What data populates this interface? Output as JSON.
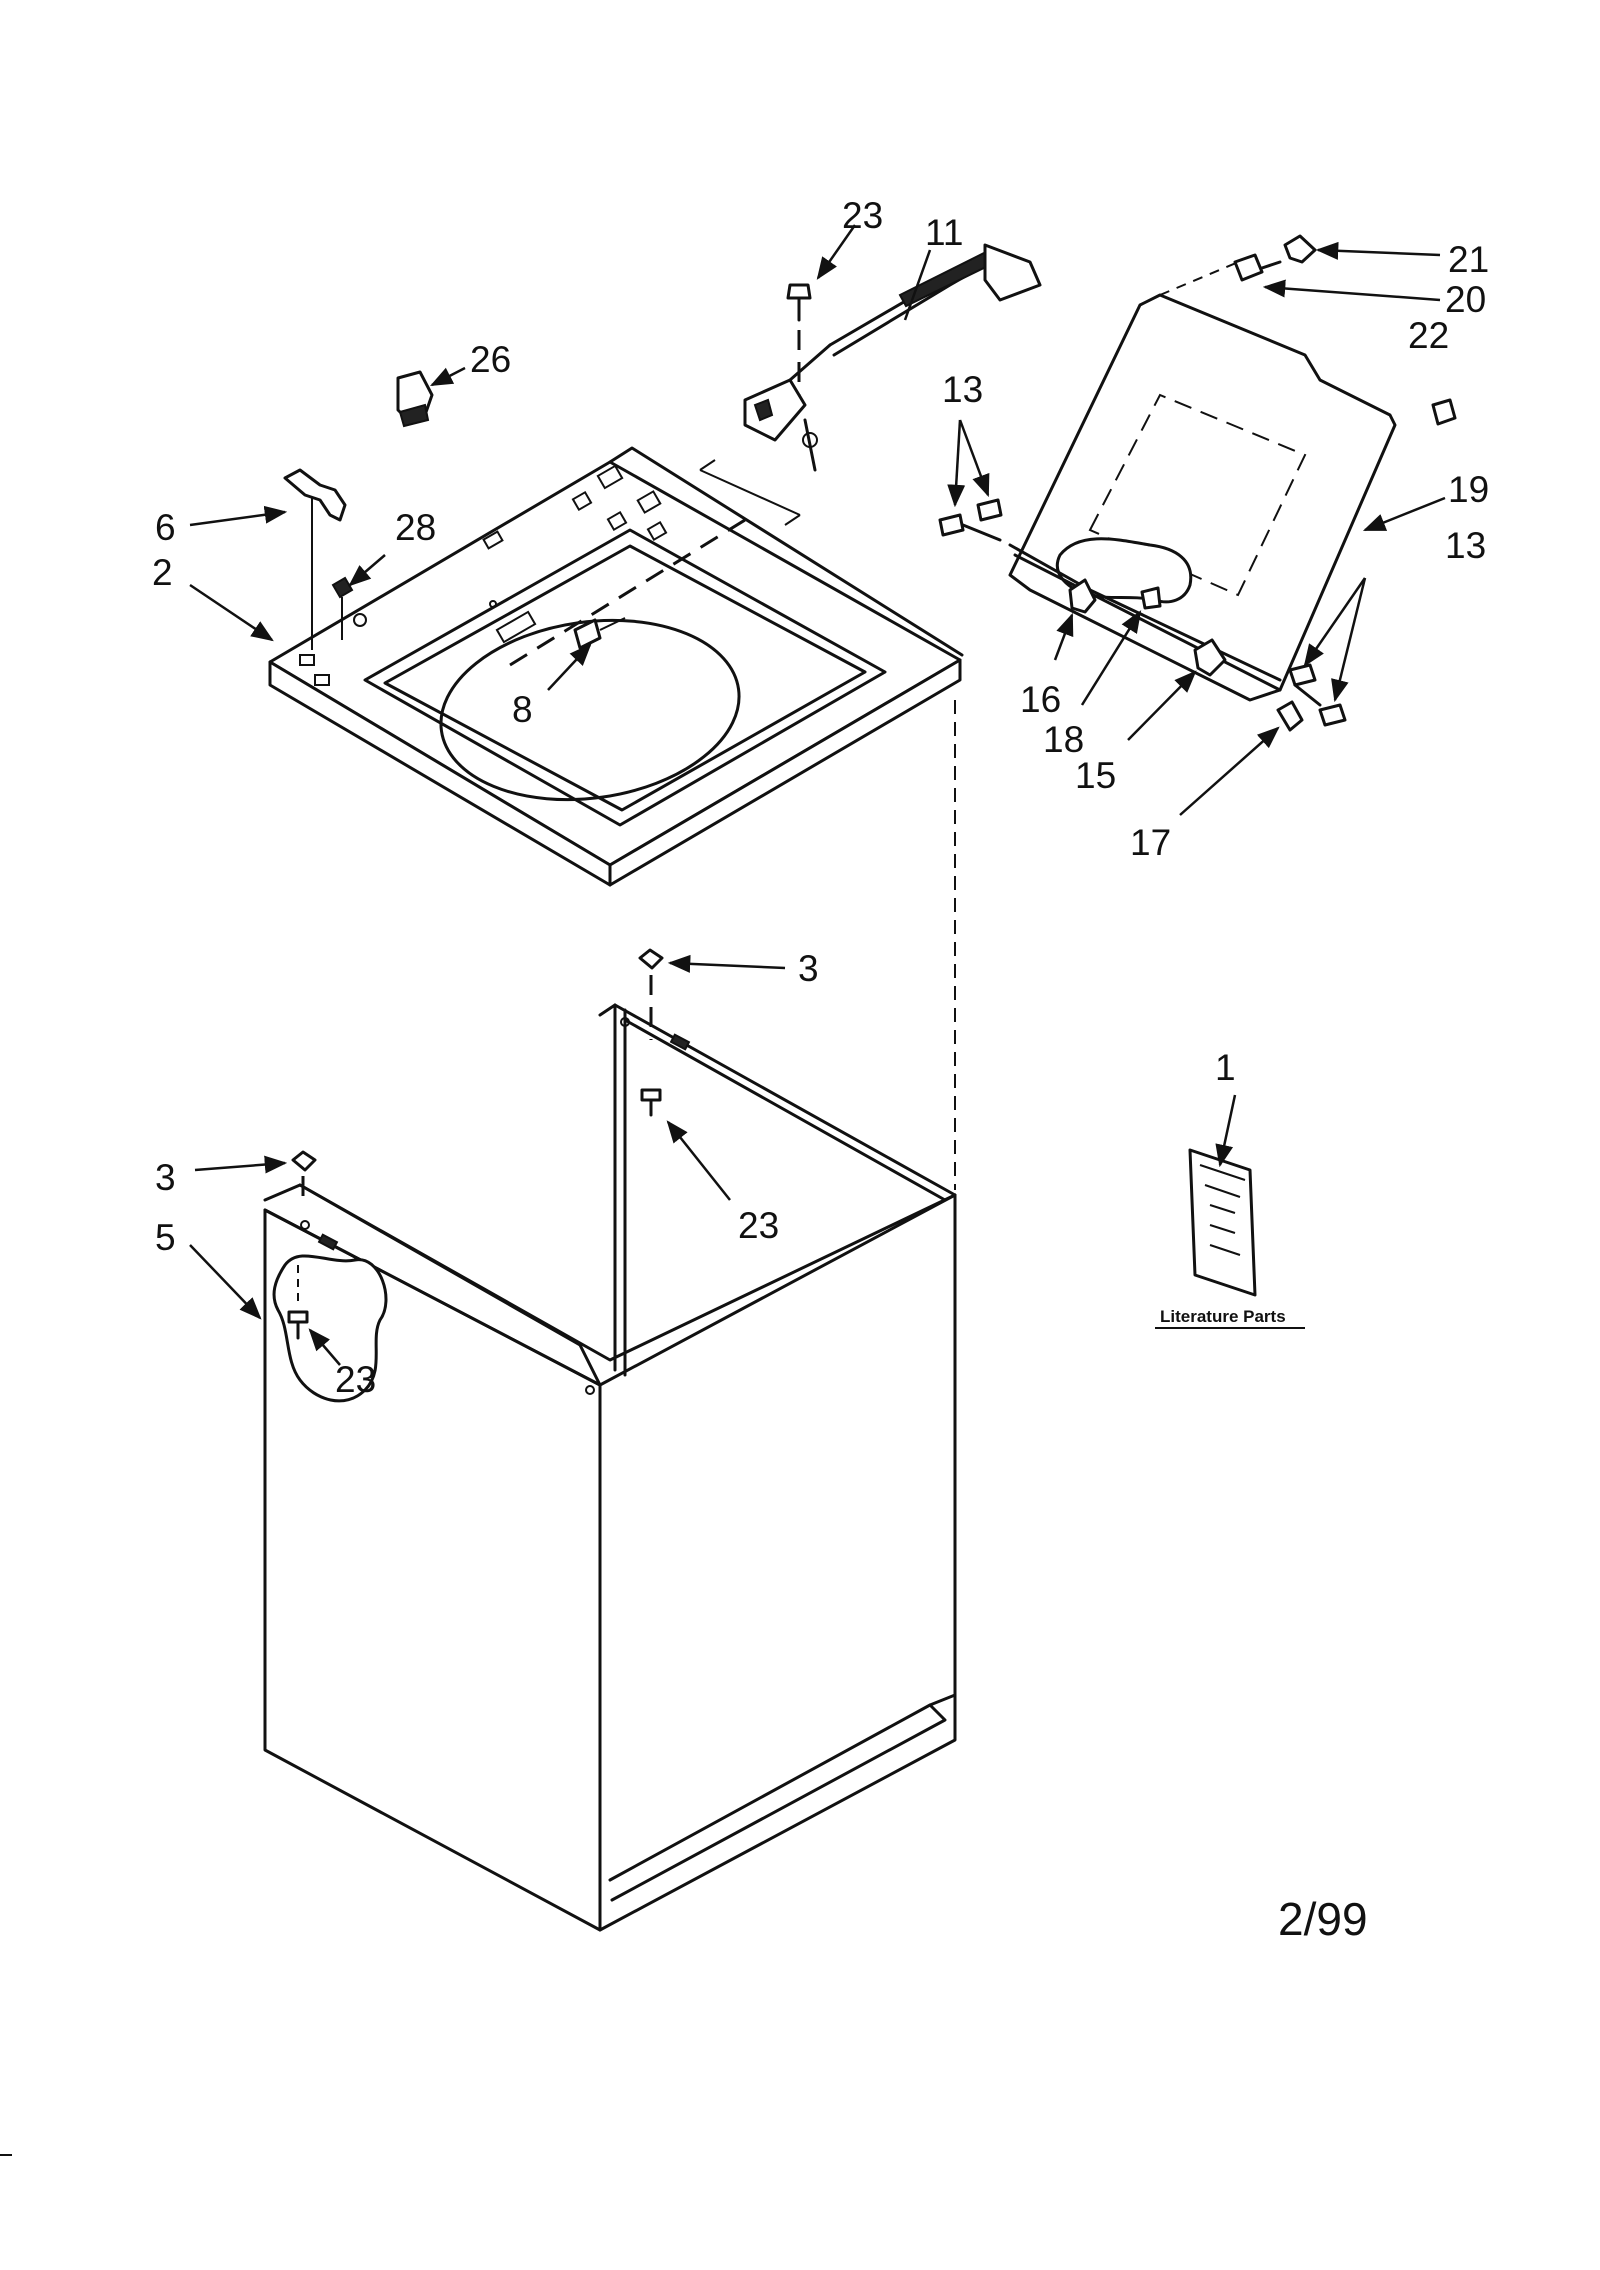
{
  "callouts": {
    "c1": "1",
    "c2": "2",
    "c3a": "3",
    "c3b": "3",
    "c5": "5",
    "c6": "6",
    "c8": "8",
    "c11": "11",
    "c13a": "13",
    "c13b": "13",
    "c15": "15",
    "c16": "16",
    "c17": "17",
    "c18": "18",
    "c19": "19",
    "c20": "20",
    "c21": "21",
    "c22": "22",
    "c23a": "23",
    "c23b": "23",
    "c23c": "23",
    "c26": "26",
    "c28": "28"
  },
  "literature_label": "Literature Parts",
  "date_code": "2/99"
}
